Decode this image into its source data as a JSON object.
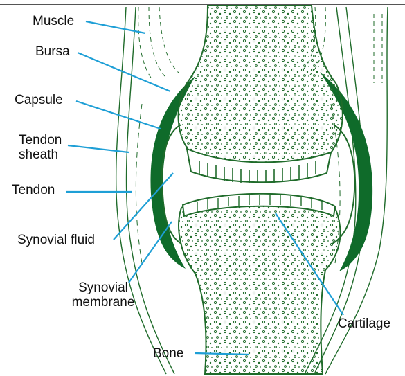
{
  "figure": {
    "labels": {
      "muscle": "Muscle",
      "bursa": "Bursa",
      "capsule": "Capsule",
      "tendon_sheath_line1": "Tendon",
      "tendon_sheath_line2": "sheath",
      "tendon": "Tendon",
      "synovial_fluid": "Synovial fluid",
      "synovial_membrane_line1": "Synovial",
      "synovial_membrane_line2": "membrane",
      "cartilage": "Cartilage",
      "bone": "Bone"
    },
    "colors": {
      "line": "#1f6b2a",
      "capsule_fill": "#0f6b2a",
      "leader": "#1e9fd6",
      "text": "#111111"
    }
  }
}
